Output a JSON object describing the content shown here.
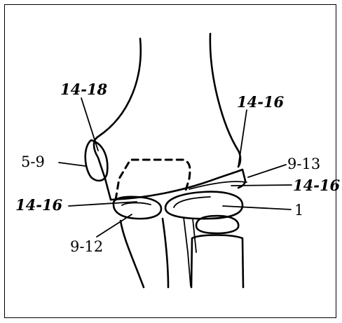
{
  "labels": {
    "top_left": "14-18",
    "top_right": "14-16",
    "left_upper": "5-9",
    "left_middle": "14-16",
    "left_lower": "9-12",
    "right_upper": "9-13",
    "right_middle": "14-16",
    "right_lower": "1"
  }
}
